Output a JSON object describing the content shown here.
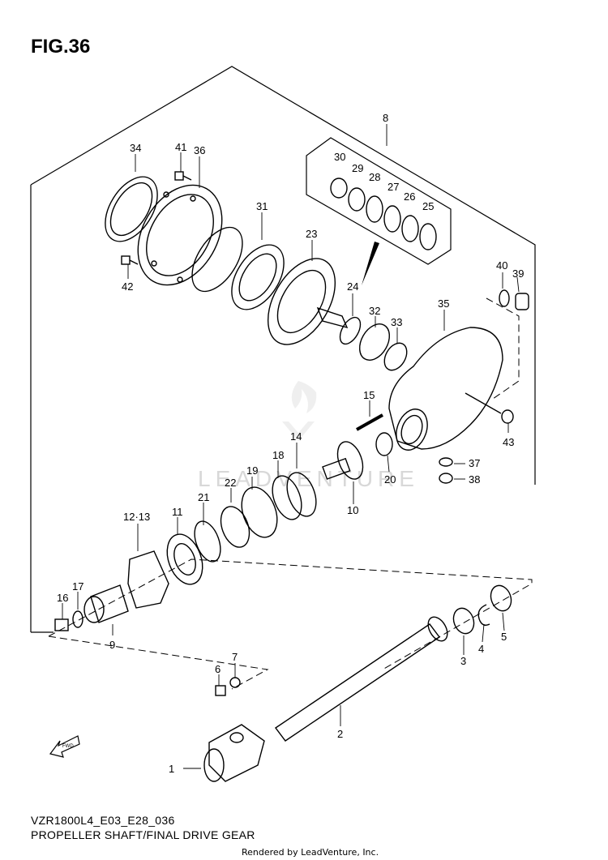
{
  "figure": {
    "title": "FIG.36",
    "model_code": "VZR1800L4_E03_E28_036",
    "caption": "PROPELLER SHAFT/FINAL DRIVE GEAR",
    "footer": "Rendered by LeadVenture, Inc.",
    "watermark": "LEADVENTURE"
  },
  "callouts": {
    "c1": "1",
    "c2": "2",
    "c3": "3",
    "c4": "4",
    "c5": "5",
    "c6": "6",
    "c7": "7",
    "c8": "8",
    "c9": "9",
    "c10": "10",
    "c11": "11",
    "c12_13": "12·13",
    "c14": "14",
    "c15": "15",
    "c16": "16",
    "c17": "17",
    "c18": "18",
    "c19": "19",
    "c20": "20",
    "c21": "21",
    "c22": "22",
    "c23": "23",
    "c24": "24",
    "c25": "25",
    "c26": "26",
    "c27": "27",
    "c28": "28",
    "c29": "29",
    "c30": "30",
    "c31": "31",
    "c32": "32",
    "c33": "33",
    "c34": "34",
    "c35": "35",
    "c36": "36",
    "c37": "37",
    "c38": "38",
    "c39": "39",
    "c40": "40",
    "c41": "41",
    "c42": "42",
    "c43": "43"
  },
  "fwd_icon": {
    "label": "FWD",
    "icon": "forward-arrow-icon"
  }
}
